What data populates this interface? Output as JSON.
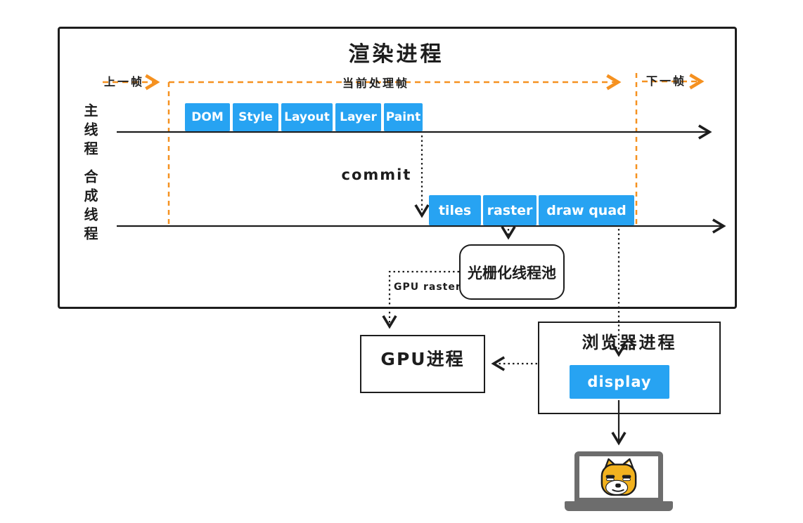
{
  "colors": {
    "accent_blue": "#27a3f2",
    "accent_orange": "#f59120",
    "line_black": "#1d1d1d",
    "laptop_gray": "#6d6d6d",
    "doge_gold": "#f2b21f"
  },
  "render_process": {
    "title": "渲染进程",
    "timeline": {
      "prev_frame_label": "上一帧",
      "current_frame_label": "当前处理帧",
      "next_frame_label": "下一帧"
    },
    "main_thread": {
      "label": "主线程",
      "stages": [
        "DOM",
        "Style",
        "Layout",
        "Layer",
        "Paint"
      ]
    },
    "commit_label": "commit",
    "compositor_thread": {
      "label": "合成线程",
      "stages": [
        "tiles",
        "raster",
        "draw quad"
      ]
    },
    "raster_pool_label": "光栅化线程池",
    "gpu_raster_label": "GPU raster"
  },
  "gpu_process": {
    "label": "GPU进程"
  },
  "browser_process": {
    "title": "浏览器进程",
    "display_label": "display"
  }
}
